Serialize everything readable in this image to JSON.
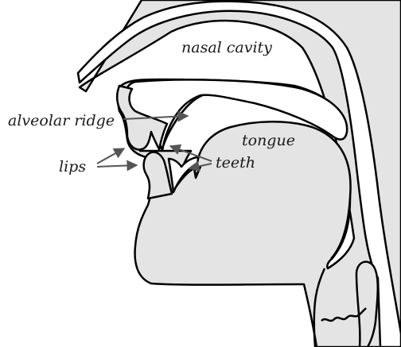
{
  "diagram": {
    "labels": {
      "nasal_cavity": "nasal cavity",
      "alveolar_ridge": "alveolar ridge",
      "tongue": "tongue",
      "lips": "lips",
      "teeth": "teeth"
    },
    "colors": {
      "fill": "#e4e4e4",
      "outline": "#000000",
      "arrow": "#555555",
      "background": "#ffffff"
    }
  }
}
